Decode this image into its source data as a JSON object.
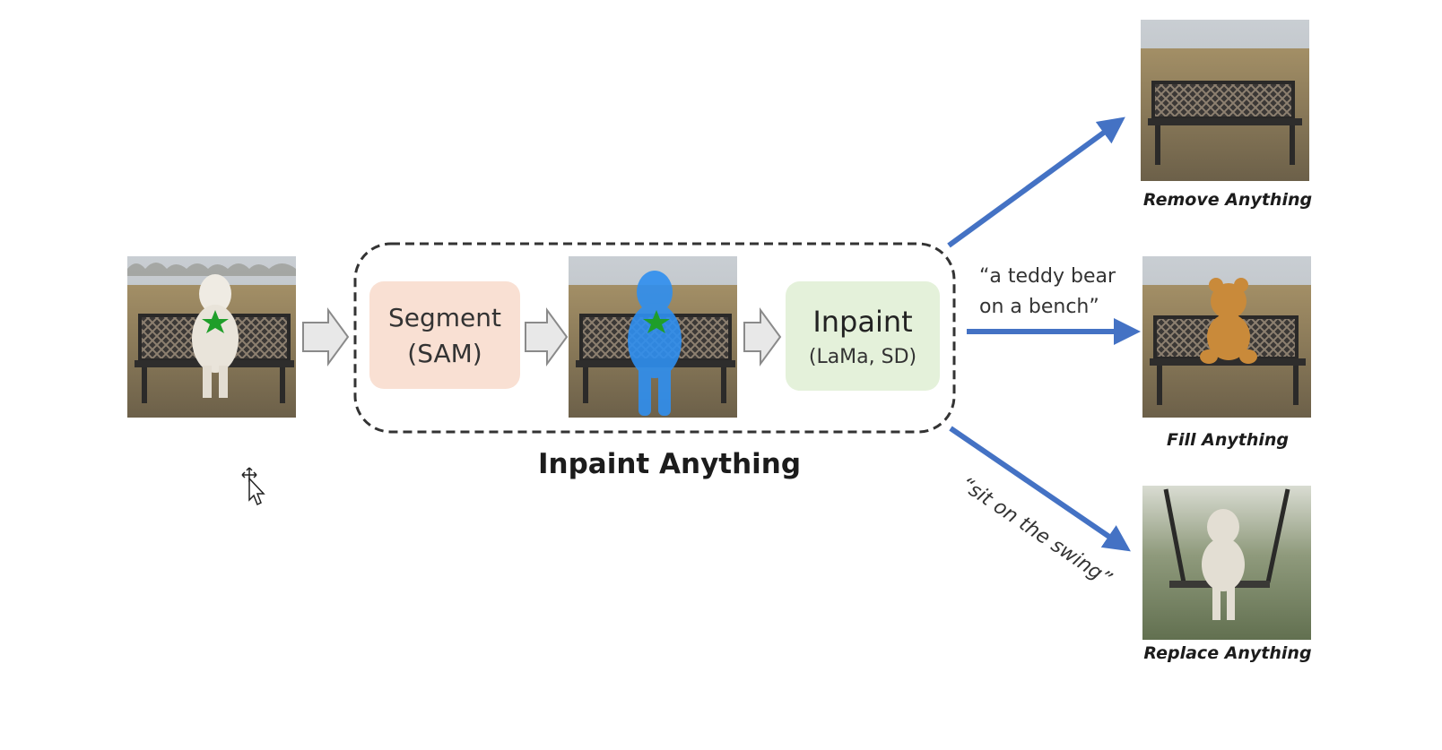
{
  "diagram": {
    "main_title": "Inpaint Anything",
    "segment": {
      "title": "Segment",
      "subtitle": "(SAM)"
    },
    "inpaint": {
      "title": "Inpaint",
      "subtitle": "(LaMa, SD)"
    },
    "prompts": {
      "fill_line1": "“a teddy bear",
      "fill_line2": "on a bench”",
      "replace": "“sit on the swing”"
    },
    "outputs": {
      "remove": "Remove Anything",
      "fill": "Fill Anything",
      "replace": "Replace Anything"
    },
    "colors": {
      "segment_box": "#f9e0d3",
      "inpaint_box": "#e4f1da",
      "blue_arrow": "#4472c4",
      "mask_blue": "#2f8ff0",
      "star_green": "#1f9e2a",
      "gray_arrow": "#e8e8e8"
    }
  }
}
